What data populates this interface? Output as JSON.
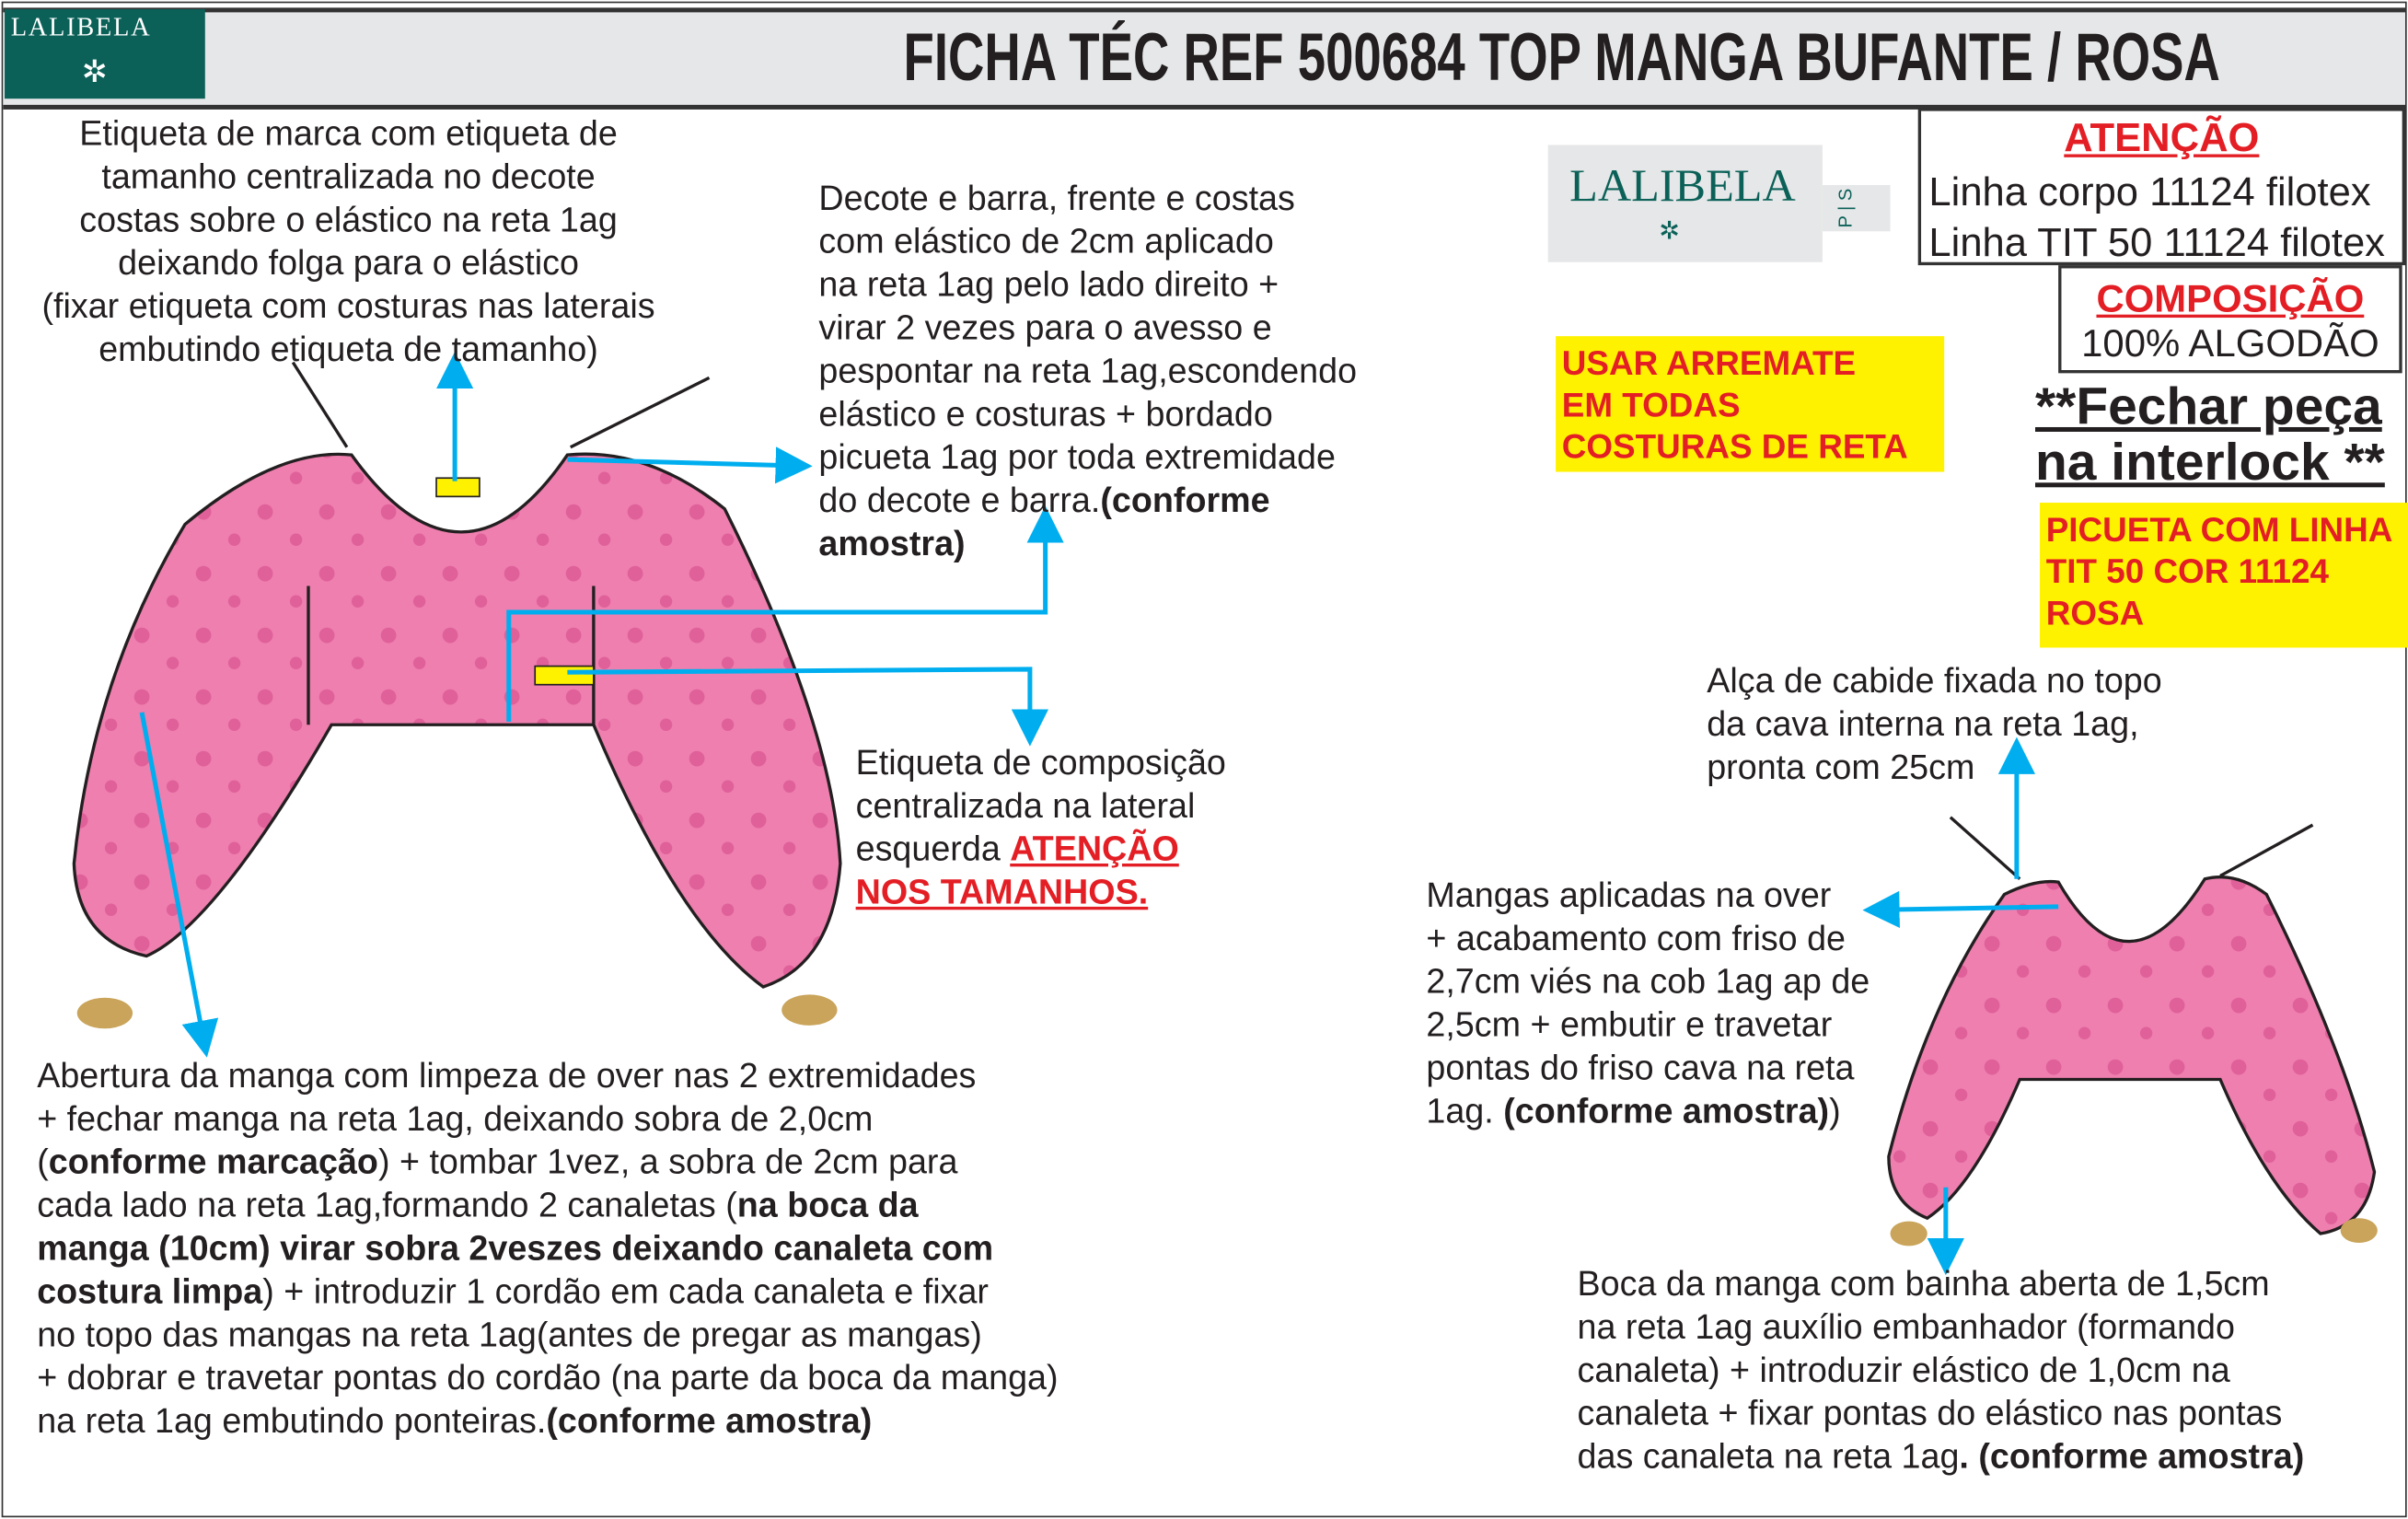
{
  "header": {
    "logo_text": "LALIBELA",
    "title": "FICHA TÉC REF 500684 TOP MANGA BUFANTE / ROSA"
  },
  "label_logo": {
    "text": "LALIBELA",
    "sizes": "P | S"
  },
  "notes": {
    "brand_label": "Etiqueta de marca com etiqueta de\ntamanho centralizada no decote\ncostas sobre o elástico na reta 1ag\ndeixando folga para o elástico\n(fixar etiqueta com costuras nas laterais\nembutindo etiqueta de tamanho)",
    "neckline": "Decote e barra, frente e costas\ncom elástico de 2cm aplicado\nna reta 1ag pelo lado direito +\nvirar 2 vezes para o avesso e\npespontar na reta 1ag,escondendo\nelástico e costuras + bordado\npicueta 1ag por toda extremidade\ndo decote e barra.",
    "neckline_bold": "(conforme\namostra)",
    "composition_label": "Etiqueta de composição\ncentralizada na lateral\nesquerda ",
    "composition_label_warn1": "ATENÇÃO ",
    "composition_label_warn2": "NOS  TAMANHOS.",
    "hanger": "Alça de cabide fixada no topo\nda cava interna na reta 1ag,\npronta com 25cm",
    "sleeves_applied": "Mangas aplicadas na over\n+ acabamento com friso de\n2,7cm viés na cob 1ag ap de\n2,5cm + embutir e travetar\npontas do friso cava na reta\n1ag. ",
    "sleeves_applied_bold": "(conforme amostra)",
    "sleeves_applied_end": ")",
    "sleeve_opening": [
      {
        "t": "Abertura da manga com limpeza de over nas  2 extremidades\n+ fechar manga na reta 1ag, deixando sobra de 2,0cm\n("
      },
      {
        "t": "conforme marcação",
        "b": true
      },
      {
        "t": ") + tombar 1vez, a sobra de 2cm para\ncada lado na reta 1ag,formando 2 canaletas ("
      },
      {
        "t": "na boca da\nmanga (10cm) virar sobra 2veszes deixando canaleta com\ncostura limpa",
        "b": true
      },
      {
        "t": ") + introduzir 1 cordão em cada canaleta e fixar\nno topo das mangas na reta 1ag(antes de pregar as mangas)\n+ dobrar e travetar pontas do cordão (na parte da boca da manga)\nna reta 1ag embutindo ponteiras."
      },
      {
        "t": "(conforme amostra)",
        "b": true
      }
    ],
    "sleeve_hem": "Boca da manga com bainha aberta de 1,5cm\nna reta 1ag auxílio embanhador (formando\ncanaleta) + introduzir elástico de 1,0cm na\ncanaleta + fixar pontas do elástico nas pontas\ndas canaleta na reta 1ag",
    "sleeve_hem_bold": ". (conforme amostra)"
  },
  "attention": {
    "title": "ATENÇÃO",
    "line1": "Linha corpo 11124 filotex",
    "line2": "Linha TIT 50 11124 filotex"
  },
  "composition": {
    "title": "COMPOSIÇÃO",
    "value": "100% ALGODÃO"
  },
  "close_note": {
    "line1": "**Fechar peça",
    "line2": "na interlock **"
  },
  "yellow_notes": {
    "arremate": "USAR ARREMATE\nEM TODAS\nCOSTURAS DE RETA",
    "picueta": "PICUETA COM LINHA\nTIT 50 COR 11124\nROSA"
  },
  "colors": {
    "brand": "#0b6158",
    "garment": "#ee7fae",
    "arrow": "#00aeef",
    "warn": "#e31e24",
    "highlight": "#fff200"
  }
}
